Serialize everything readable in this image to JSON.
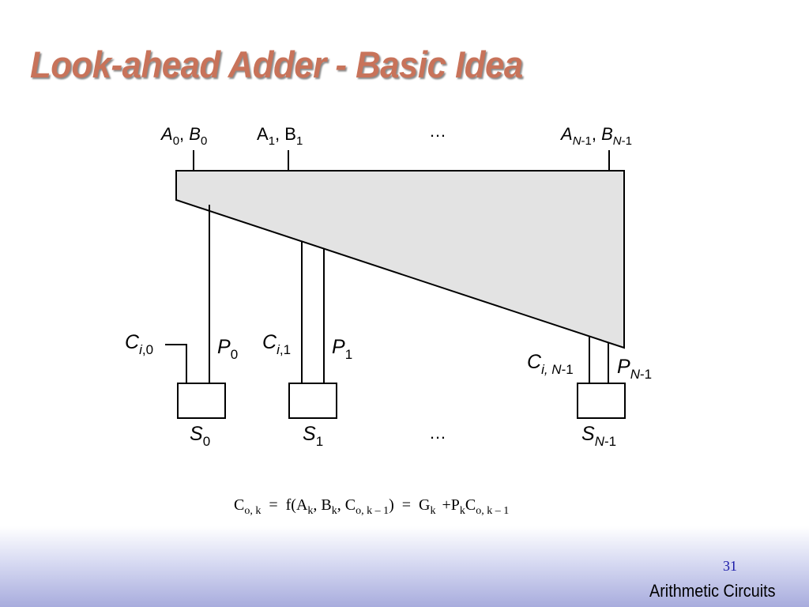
{
  "slide": {
    "title": "Look-ahead Adder - Basic Idea",
    "page_number": "31",
    "footer": "Arithmetic Circuits"
  },
  "diagram": {
    "inputs": [
      {
        "name": "A",
        "sub": "0",
        "name2": "B",
        "sub2": "0",
        "italic": true
      },
      {
        "name": "A",
        "sub": "1",
        "name2": "B",
        "sub2": "1",
        "italic": false
      },
      {
        "ellipsis": "…"
      },
      {
        "name": "A",
        "sub": "N",
        "suffix": "-1",
        "name2": "B",
        "sub2": "N",
        "suffix2": "-1",
        "italic": true
      }
    ],
    "carry_labels": [
      {
        "main": "C",
        "sub": "i",
        "sub_rest": ",0"
      },
      {
        "main": "C",
        "sub": "i",
        "sub_rest": ",1"
      },
      {
        "main": "C",
        "sub": "i, N",
        "sub_rest": "-1"
      }
    ],
    "propagate_labels": [
      {
        "main": "P",
        "sub": "0"
      },
      {
        "main": "P",
        "sub": "1"
      },
      {
        "main": "P",
        "sub": "N",
        "sub_rest": "-1"
      }
    ],
    "sum_labels": [
      {
        "main": "S",
        "sub": "0"
      },
      {
        "main": "S",
        "sub": "1"
      },
      {
        "ellipsis": "…"
      },
      {
        "main": "S",
        "sub": "N",
        "sub_rest": "-1"
      }
    ],
    "colors": {
      "block_fill": "#e3e3e3",
      "stroke": "#000000"
    }
  },
  "equation": {
    "lhs": {
      "main": "C",
      "sub": "o, k"
    },
    "eq1": "=",
    "func": "f(A",
    "a_sub": "k",
    "comma1": ", B",
    "b_sub": "k",
    "comma2": ", C",
    "c_sub": "o, k – 1",
    "close": ")",
    "eq2": "=",
    "g": "G",
    "g_sub": "k",
    "plus": "+",
    "p": "P",
    "p_sub": "k",
    "c2": "C",
    "c2_sub": "o, k – 1"
  }
}
